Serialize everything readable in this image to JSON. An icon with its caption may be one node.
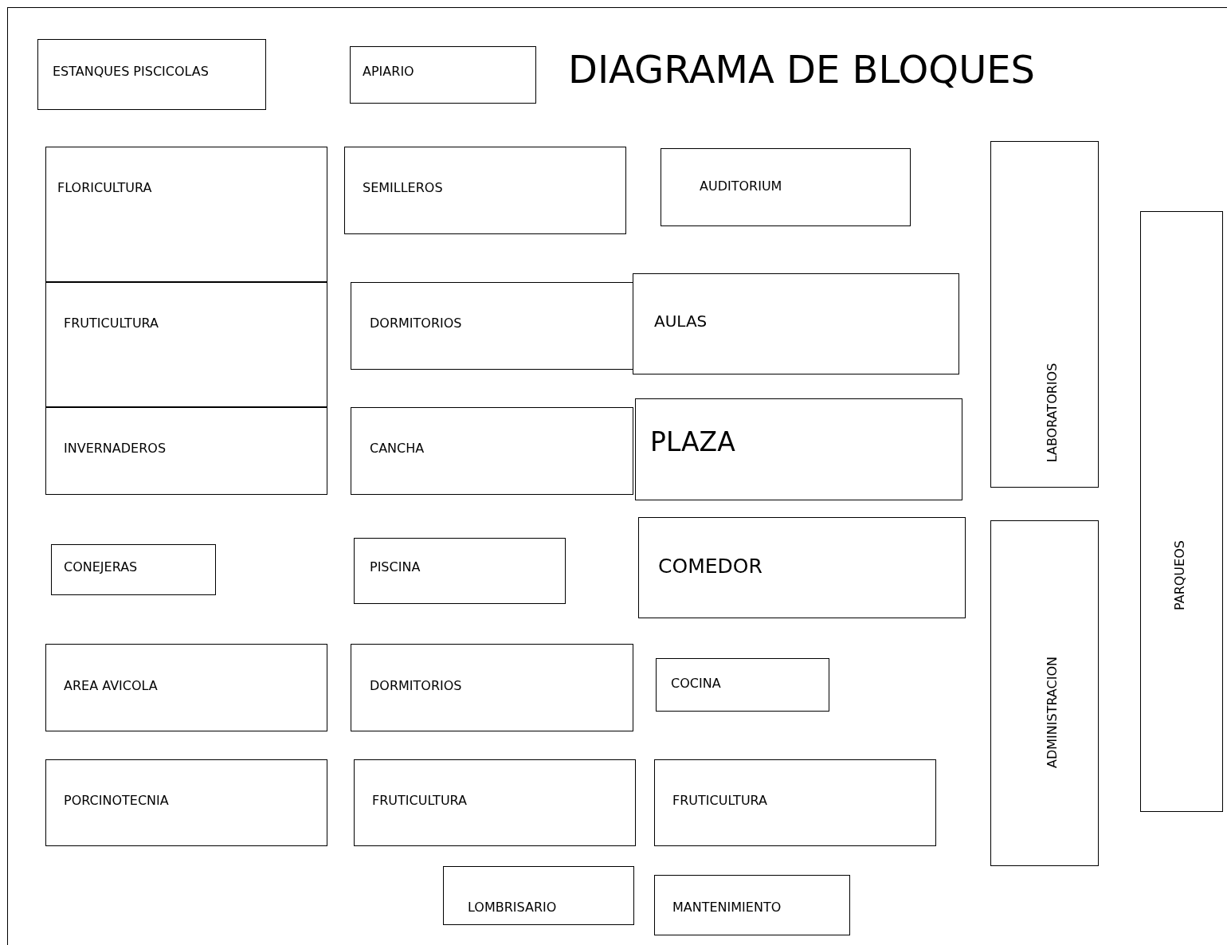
{
  "diagram": {
    "title": "DIAGRAMA DE BLOQUES",
    "nodes": [
      {
        "text": [
          "ESTANQUES PISCICOLAS"
        ]
      },
      {
        "text": [
          "APIARIO"
        ]
      },
      {
        "text": [
          "FLORICULTURA"
        ]
      },
      {
        "text": [
          "SEMILLEROS"
        ]
      },
      {
        "text": [
          "AUDITORIUM"
        ]
      },
      {
        "text": [
          "LABORATORIOS"
        ]
      },
      {
        "text": [
          "PARQUEOS"
        ]
      },
      {
        "text": [
          "FRUTICULTURA"
        ]
      },
      {
        "text": [
          "DORMITORIOS"
        ]
      },
      {
        "text": [
          "AULAS"
        ]
      },
      {
        "text": [
          "INVERNADEROS"
        ]
      },
      {
        "text": [
          "CANCHA"
        ]
      },
      {
        "text": [
          "PLAZA"
        ]
      },
      {
        "text": [
          "CONEJERAS"
        ]
      },
      {
        "text": [
          "PISCINA"
        ]
      },
      {
        "text": [
          "COMEDOR"
        ]
      },
      {
        "text": [
          "ADMINISTRACION"
        ]
      },
      {
        "text": [
          "AREA AVICOLA"
        ]
      },
      {
        "text": [
          "DORMITORIOS"
        ]
      },
      {
        "text": [
          "COCINA"
        ]
      },
      {
        "text": [
          "PORCINOTECNIA"
        ]
      },
      {
        "text": [
          "FRUTICULTURA"
        ]
      },
      {
        "text": [
          "FRUTICULTURA"
        ]
      },
      {
        "text": [
          "LOMBRISARIO"
        ]
      },
      {
        "text": [
          "MANTENIMIENTO"
        ]
      }
    ],
    "edges": []
  }
}
